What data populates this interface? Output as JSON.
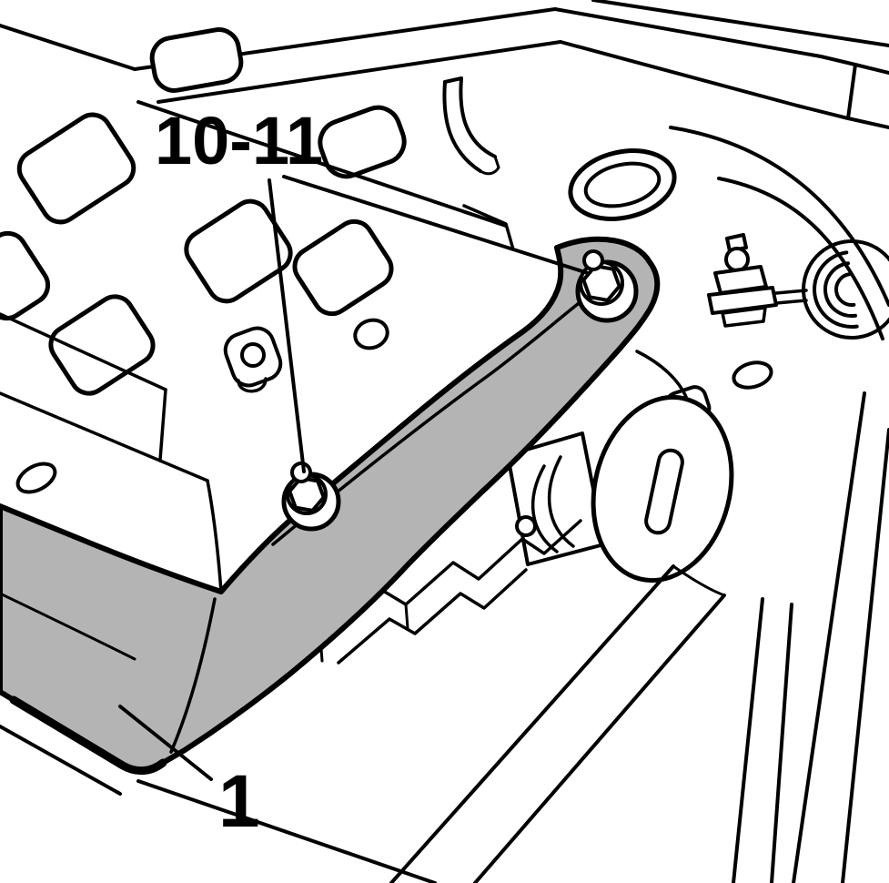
{
  "figure": {
    "type": "technical-line-illustration",
    "subject": "vehicle underbody support bracket with mounting bolts",
    "colors": {
      "background": "#ffffff",
      "line": "#000000",
      "bracket_fill": "#b4b4b4"
    },
    "callouts": {
      "bolts": {
        "label": "10-11"
      },
      "bracket": {
        "label": "1"
      }
    }
  }
}
